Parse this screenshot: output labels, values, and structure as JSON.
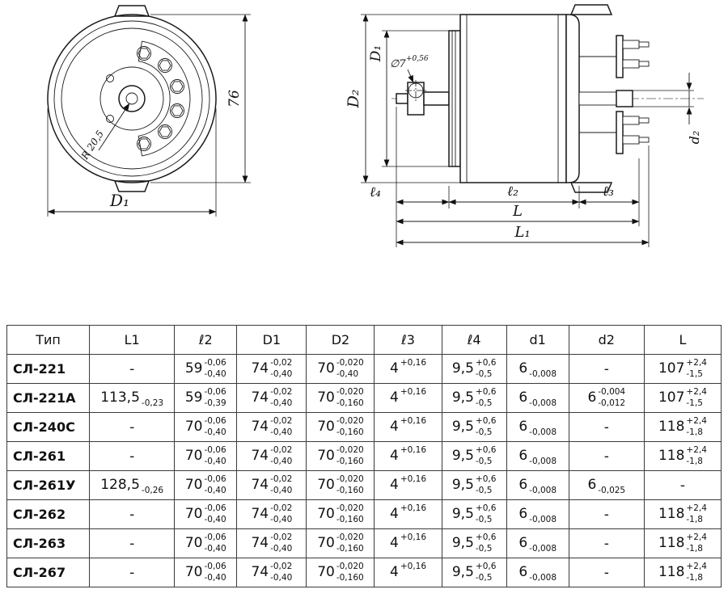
{
  "drawing": {
    "front": {
      "height_dim": "76",
      "diameter_dim": "D₁",
      "radius_label": "R 20,5"
    },
    "side": {
      "dim_D2": "D₂",
      "dim_D1": "D₁",
      "hole": "∅7",
      "hole_tol": "+0,56",
      "dim_d2": "d₂",
      "dim_l4": "ℓ₄",
      "dim_l2": "ℓ₂",
      "dim_l3": "ℓ₃",
      "dim_L": "L",
      "dim_L1": "L₁"
    }
  },
  "table": {
    "headers": [
      "Тип",
      "L1",
      "ℓ2",
      "D1",
      "D2",
      "ℓ3",
      "ℓ4",
      "d1",
      "d2",
      "L"
    ],
    "rows": [
      {
        "type": "СЛ-221",
        "cells": [
          {
            "v": "-",
            "sup": "",
            "sub": ""
          },
          {
            "v": "59",
            "sup": "-0,06",
            "sub": "-0,40"
          },
          {
            "v": "74",
            "sup": "-0,02",
            "sub": "-0,40"
          },
          {
            "v": "70",
            "sup": "-0,020",
            "sub": "-0,40"
          },
          {
            "v": "4",
            "sup": "+0,16",
            "sub": ""
          },
          {
            "v": "9,5",
            "sup": "+0,6",
            "sub": "-0,5"
          },
          {
            "v": "6",
            "sup": "",
            "sub": "-0,008"
          },
          {
            "v": "-",
            "sup": "",
            "sub": ""
          },
          {
            "v": "107",
            "sup": "+2,4",
            "sub": "-1,5"
          }
        ]
      },
      {
        "type": "СЛ-221А",
        "cells": [
          {
            "v": "113,5",
            "sup": "",
            "sub": "-0,23"
          },
          {
            "v": "59",
            "sup": "-0,06",
            "sub": "-0,39"
          },
          {
            "v": "74",
            "sup": "-0,02",
            "sub": "-0,40"
          },
          {
            "v": "70",
            "sup": "-0,020",
            "sub": "-0,160"
          },
          {
            "v": "4",
            "sup": "+0,16",
            "sub": ""
          },
          {
            "v": "9,5",
            "sup": "+0,6",
            "sub": "-0,5"
          },
          {
            "v": "6",
            "sup": "",
            "sub": "-0,008"
          },
          {
            "v": "6",
            "sup": "-0,004",
            "sub": "-0,012"
          },
          {
            "v": "107",
            "sup": "+2,4",
            "sub": "-1,5"
          }
        ]
      },
      {
        "type": "СЛ-240С",
        "cells": [
          {
            "v": "-",
            "sup": "",
            "sub": ""
          },
          {
            "v": "70",
            "sup": "-0,06",
            "sub": "-0,40"
          },
          {
            "v": "74",
            "sup": "-0,02",
            "sub": "-0,40"
          },
          {
            "v": "70",
            "sup": "-0,020",
            "sub": "-0,160"
          },
          {
            "v": "4",
            "sup": "+0,16",
            "sub": ""
          },
          {
            "v": "9,5",
            "sup": "+0,6",
            "sub": "-0,5"
          },
          {
            "v": "6",
            "sup": "",
            "sub": "-0,008"
          },
          {
            "v": "-",
            "sup": "",
            "sub": ""
          },
          {
            "v": "118",
            "sup": "+2,4",
            "sub": "-1,8"
          }
        ]
      },
      {
        "type": "СЛ-261",
        "cells": [
          {
            "v": "-",
            "sup": "",
            "sub": ""
          },
          {
            "v": "70",
            "sup": "-0,06",
            "sub": "-0,40"
          },
          {
            "v": "74",
            "sup": "-0,02",
            "sub": "-0,40"
          },
          {
            "v": "70",
            "sup": "-0,020",
            "sub": "-0,160"
          },
          {
            "v": "4",
            "sup": "+0,16",
            "sub": ""
          },
          {
            "v": "9,5",
            "sup": "+0,6",
            "sub": "-0,5"
          },
          {
            "v": "6",
            "sup": "",
            "sub": "-0,008"
          },
          {
            "v": "-",
            "sup": "",
            "sub": ""
          },
          {
            "v": "118",
            "sup": "+2,4",
            "sub": "-1,8"
          }
        ]
      },
      {
        "type": "СЛ-261У",
        "cells": [
          {
            "v": "128,5",
            "sup": "",
            "sub": "-0,26"
          },
          {
            "v": "70",
            "sup": "-0,06",
            "sub": "-0,40"
          },
          {
            "v": "74",
            "sup": "-0,02",
            "sub": "-0,40"
          },
          {
            "v": "70",
            "sup": "-0,020",
            "sub": "-0,160"
          },
          {
            "v": "4",
            "sup": "+0,16",
            "sub": ""
          },
          {
            "v": "9,5",
            "sup": "+0,6",
            "sub": "-0,5"
          },
          {
            "v": "6",
            "sup": "",
            "sub": "-0,008"
          },
          {
            "v": "6",
            "sup": "",
            "sub": "-0,025"
          },
          {
            "v": "-",
            "sup": "",
            "sub": ""
          }
        ]
      },
      {
        "type": "СЛ-262",
        "cells": [
          {
            "v": "-",
            "sup": "",
            "sub": ""
          },
          {
            "v": "70",
            "sup": "-0,06",
            "sub": "-0,40"
          },
          {
            "v": "74",
            "sup": "-0,02",
            "sub": "-0,40"
          },
          {
            "v": "70",
            "sup": "-0,020",
            "sub": "-0,160"
          },
          {
            "v": "4",
            "sup": "+0,16",
            "sub": ""
          },
          {
            "v": "9,5",
            "sup": "+0,6",
            "sub": "-0,5"
          },
          {
            "v": "6",
            "sup": "",
            "sub": "-0,008"
          },
          {
            "v": "-",
            "sup": "",
            "sub": ""
          },
          {
            "v": "118",
            "sup": "+2,4",
            "sub": "-1,8"
          }
        ]
      },
      {
        "type": "СЛ-263",
        "cells": [
          {
            "v": "-",
            "sup": "",
            "sub": ""
          },
          {
            "v": "70",
            "sup": "-0,06",
            "sub": "-0,40"
          },
          {
            "v": "74",
            "sup": "-0,02",
            "sub": "-0,40"
          },
          {
            "v": "70",
            "sup": "-0,020",
            "sub": "-0,160"
          },
          {
            "v": "4",
            "sup": "+0,16",
            "sub": ""
          },
          {
            "v": "9,5",
            "sup": "+0,6",
            "sub": "-0,5"
          },
          {
            "v": "6",
            "sup": "",
            "sub": "-0,008"
          },
          {
            "v": "-",
            "sup": "",
            "sub": ""
          },
          {
            "v": "118",
            "sup": "+2,4",
            "sub": "-1,8"
          }
        ]
      },
      {
        "type": "СЛ-267",
        "cells": [
          {
            "v": "-",
            "sup": "",
            "sub": ""
          },
          {
            "v": "70",
            "sup": "-0,06",
            "sub": "-0,40"
          },
          {
            "v": "74",
            "sup": "-0,02",
            "sub": "-0,40"
          },
          {
            "v": "70",
            "sup": "-0,020",
            "sub": "-0,160"
          },
          {
            "v": "4",
            "sup": "+0,16",
            "sub": ""
          },
          {
            "v": "9,5",
            "sup": "+0,6",
            "sub": "-0,5"
          },
          {
            "v": "6",
            "sup": "",
            "sub": "-0,008"
          },
          {
            "v": "-",
            "sup": "",
            "sub": ""
          },
          {
            "v": "118",
            "sup": "+2,4",
            "sub": "-1,8"
          }
        ]
      }
    ]
  }
}
